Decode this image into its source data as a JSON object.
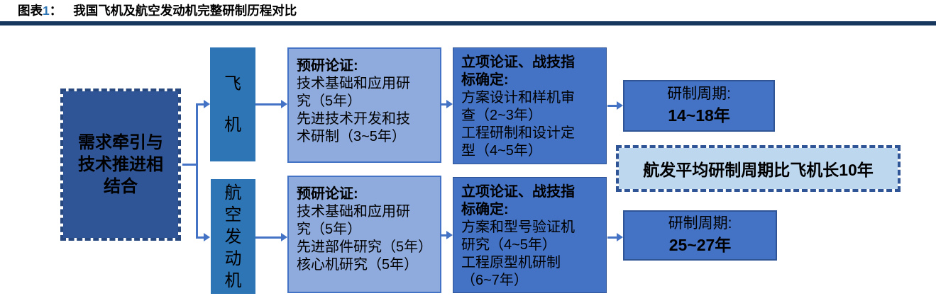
{
  "figure": {
    "label_prefix": "图表",
    "label_number": "1",
    "label_colon": "：",
    "title": "我国飞机及航空发动机完整研制历程对比"
  },
  "diagram": {
    "demand_box": {
      "lines": [
        "需求牵引与",
        "技术推进相",
        "结合"
      ]
    },
    "plane": {
      "label": "飞机",
      "pre_research": {
        "heading": "预研论证:",
        "lines": [
          "技术基础和应用研",
          "究（5年）",
          "先进技术开发和技",
          "术研制（3~5年）"
        ]
      },
      "approval": {
        "heading_lines": [
          "立项论证、战技指",
          "标确定:"
        ],
        "lines": [
          "方案设计和样机审",
          "查（2~3年）",
          "工程研制和设计定",
          "型（4~5年）"
        ]
      },
      "cycle": {
        "label": "研制周期:",
        "value": "14~18年"
      }
    },
    "engine": {
      "label": "航空发动机",
      "pre_research": {
        "heading": "预研论证:",
        "lines": [
          "技术基础和应用研",
          "究（5年）",
          "先进部件研究（5年）",
          "核心机研究（5年）"
        ]
      },
      "approval": {
        "heading_lines": [
          "立项论证、战技指",
          "标确定:"
        ],
        "lines": [
          "方案和型号验证机",
          "研究（4~5年）",
          "工程原型机研制",
          "（6~7年）"
        ]
      },
      "cycle": {
        "label": "研制周期:",
        "value": "25~27年"
      }
    },
    "callout": {
      "text": "航发平均研制周期比飞机长10年"
    }
  },
  "colors": {
    "title_number": "#2E75B6",
    "header_rule": "#17375E",
    "demand_fill": "#2F5597",
    "category_fill": "#2E75B6",
    "light_fill": "#8FAADC",
    "primary_fill": "#4472C4",
    "pale_fill": "#BDD7EE",
    "arrow": "#4472C4"
  }
}
